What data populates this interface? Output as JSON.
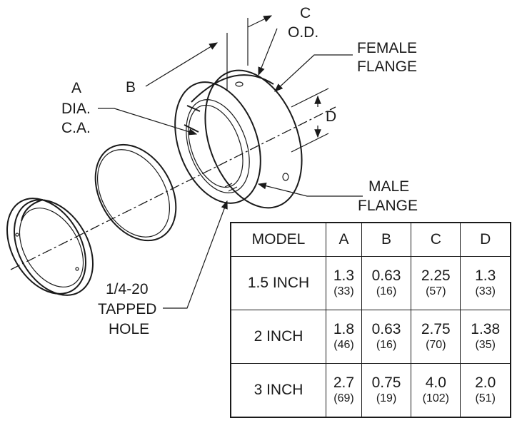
{
  "labels": {
    "c_label": "C",
    "od_label": "O.D.",
    "female_flange_1": "FEMALE",
    "female_flange_2": "FLANGE",
    "a_label": "A",
    "dia_label": "DIA.",
    "ca_label": "C.A.",
    "b_label": "B",
    "d_label": "D",
    "male_flange_1": "MALE",
    "male_flange_2": "FLANGE",
    "tapped_1": "1/4-20",
    "tapped_2": "TAPPED",
    "tapped_3": "HOLE"
  },
  "table": {
    "headers": [
      "MODEL",
      "A",
      "B",
      "C",
      "D"
    ],
    "rows": [
      {
        "model": "1.5 INCH",
        "cells": [
          {
            "v": "1.3",
            "m": "(33)"
          },
          {
            "v": "0.63",
            "m": "(16)"
          },
          {
            "v": "2.25",
            "m": "(57)"
          },
          {
            "v": "1.3",
            "m": "(33)"
          }
        ]
      },
      {
        "model": "2 INCH",
        "cells": [
          {
            "v": "1.8",
            "m": "(46)"
          },
          {
            "v": "0.63",
            "m": "(16)"
          },
          {
            "v": "2.75",
            "m": "(70)"
          },
          {
            "v": "1.38",
            "m": "(35)"
          }
        ]
      },
      {
        "model": "3 INCH",
        "cells": [
          {
            "v": "2.7",
            "m": "(69)"
          },
          {
            "v": "0.75",
            "m": "(19)"
          },
          {
            "v": "4.0",
            "m": "(102)"
          },
          {
            "v": "2.0",
            "m": "(51)"
          }
        ]
      }
    ]
  }
}
